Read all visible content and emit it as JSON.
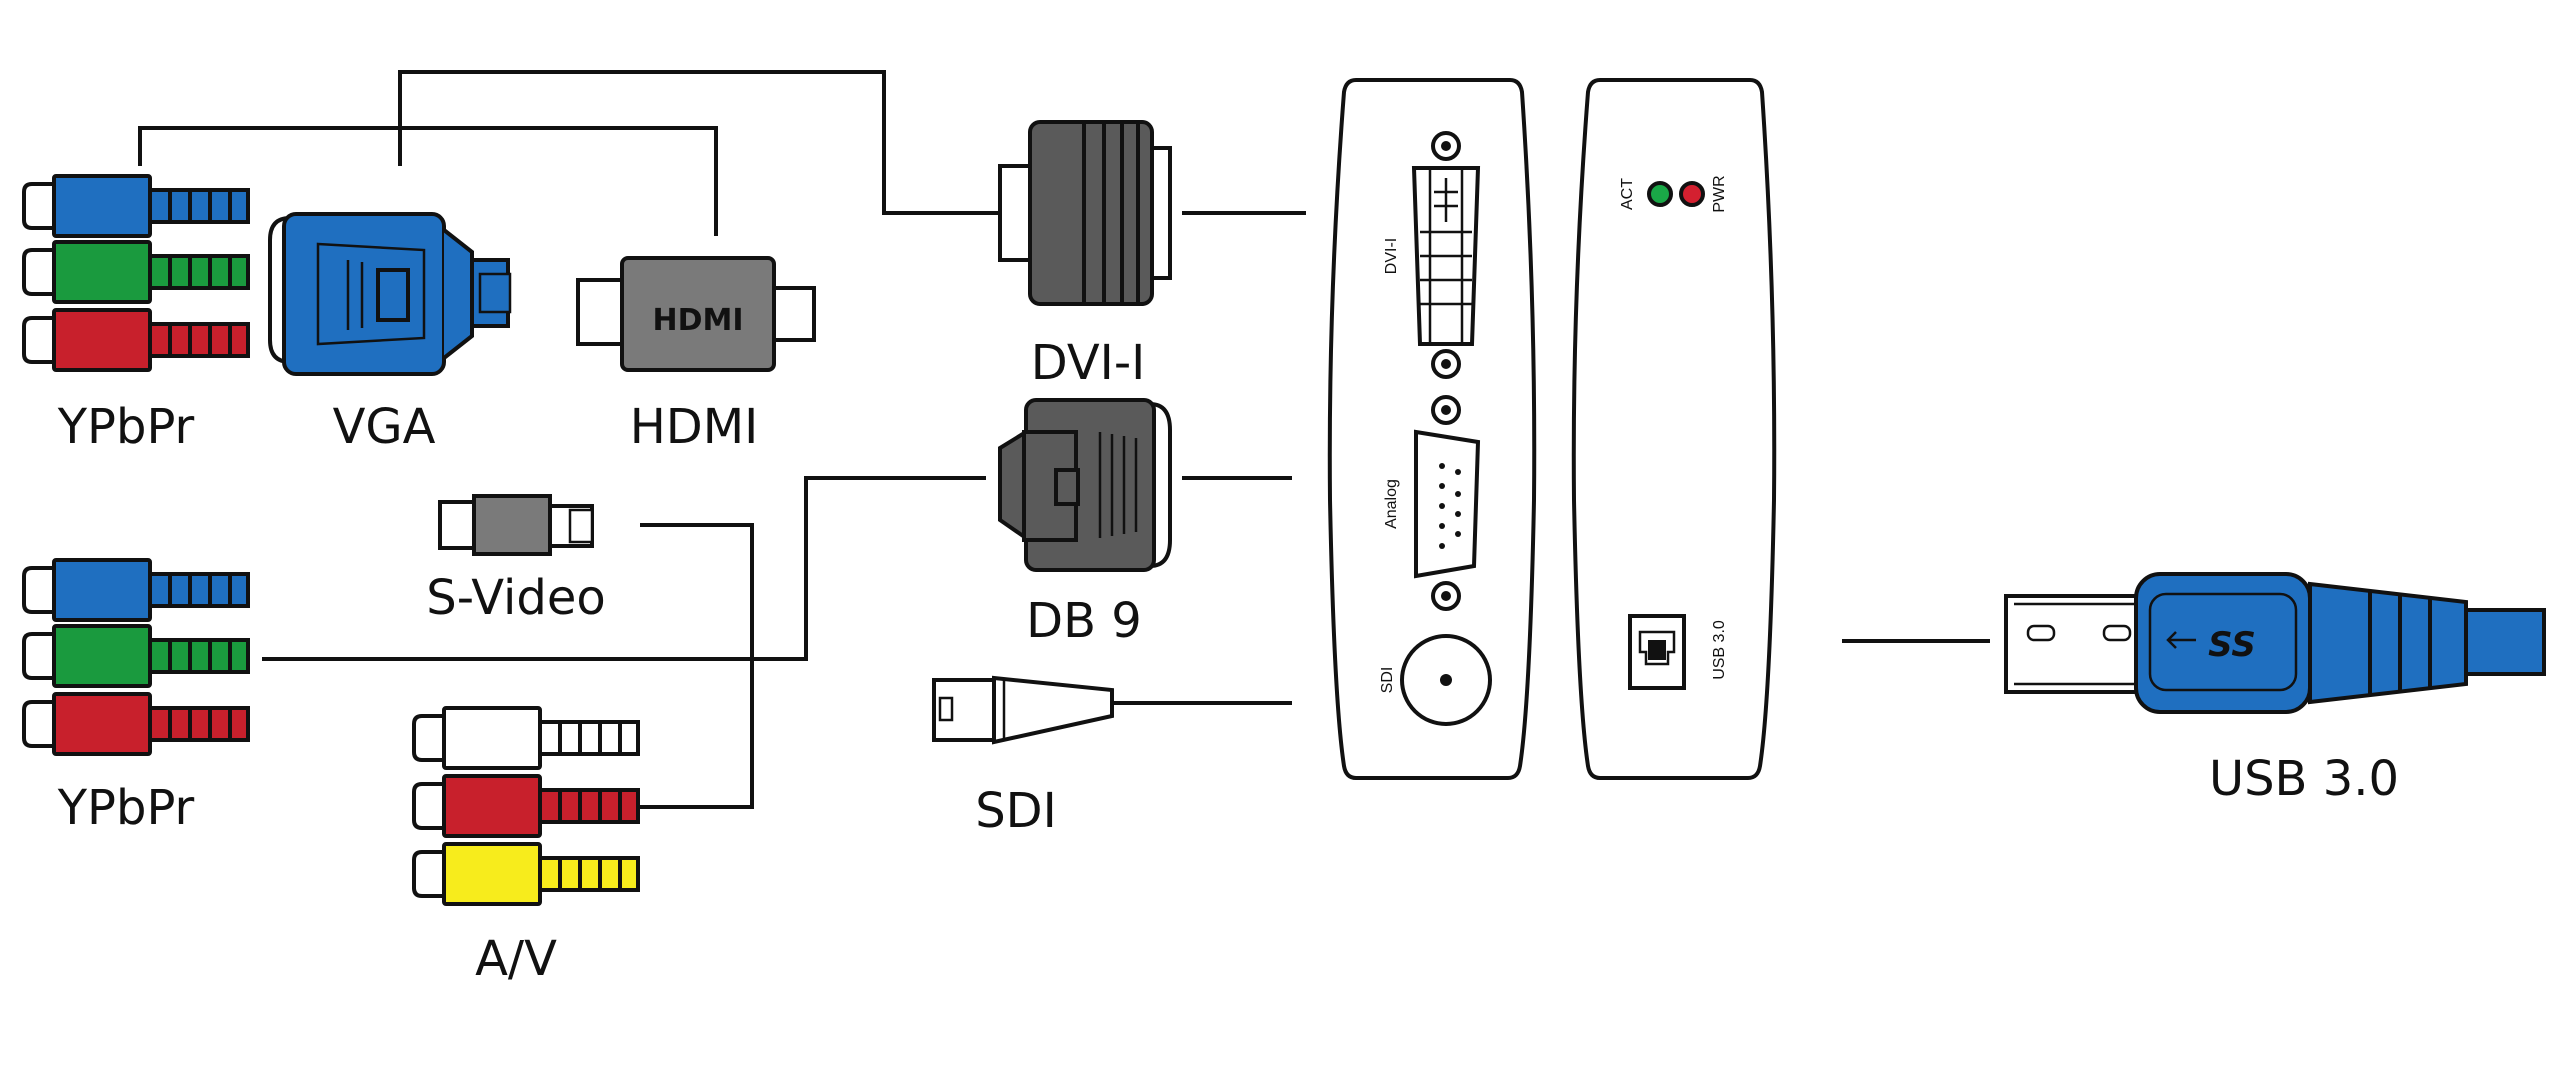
{
  "connectors": {
    "ypbpr_top": "YPbPr",
    "vga": "VGA",
    "hdmi": "HDMI",
    "hdmi_logo": "HDMI",
    "dvi": "DVI-I",
    "db9": "DB 9",
    "svideo": "S-Video",
    "ypbpr_bottom": "YPbPr",
    "av": "A/V",
    "sdi": "SDI",
    "usb": "USB 3.0",
    "usb_logo": "SS"
  },
  "device": {
    "front": {
      "dvi_port": "DVI-I",
      "analog_port": "Analog",
      "sdi_port": "SDI"
    },
    "back": {
      "act_led": "ACT",
      "pwr_led": "PWR",
      "usb_port": "USB 3.0"
    }
  },
  "colors": {
    "blue": "#1f6fc0",
    "green": "#1a9a3e",
    "red": "#c8202c",
    "yellow": "#f7ec1c",
    "white": "#ffffff",
    "dark_gray": "#5a5a5a",
    "mid_gray": "#7a7a7a",
    "led_green": "#1aa847",
    "led_red": "#d42030"
  }
}
